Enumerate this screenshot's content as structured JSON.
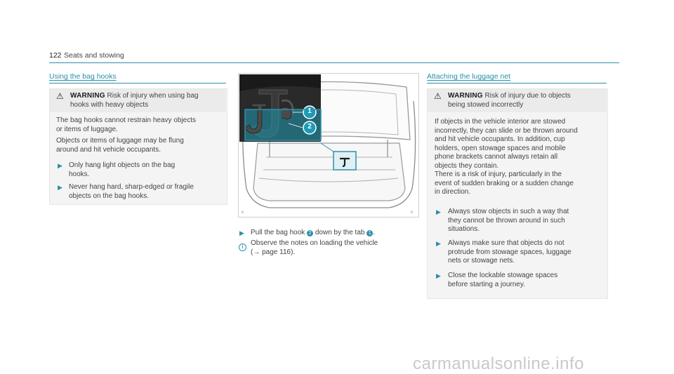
{
  "header": {
    "page_number": "122",
    "section_title": "Seats and stowing"
  },
  "left_column": {
    "title": "Using the bag hooks",
    "warning": {
      "label": "WARNING",
      "line1": "Risk of injury when using bag",
      "line2": "hooks with heavy objects"
    },
    "paragraphs": [
      [
        "The bag hooks cannot restrain heavy objects",
        "or items of luggage."
      ],
      [
        "Objects or items of luggage may be flung",
        "around and hit vehicle occupants."
      ]
    ],
    "steps": [
      [
        "Only hang light objects on the bag",
        "hooks."
      ],
      [
        "Never hang hard, sharp-edged or fragile",
        "objects on the bag hooks."
      ]
    ]
  },
  "figure": {
    "callout_1": "1",
    "callout_2": "2",
    "step_text": "Pull the bag hook",
    "step_mid": "down by the tab",
    "step_end": ".",
    "note_line1": "Observe the notes on loading the vehicle",
    "note_line2": "(→ page 116)."
  },
  "right_column": {
    "title": "Attaching the luggage net",
    "warning": {
      "label": "WARNING",
      "line1": "Risk of injury due to objects",
      "line2": "being stowed incorrectly"
    },
    "paragraphs": [
      [
        "If objects in the vehicle interior are stowed",
        "incorrectly, they can slide or be thrown around",
        "and hit vehicle occupants. In addition, cup",
        "holders, open stowage spaces and mobile",
        "phone brackets cannot always retain all",
        "objects they contain."
      ],
      [
        "There is a risk of injury, particularly in the",
        "event of sudden braking or a sudden change",
        "in direction."
      ]
    ],
    "steps": [
      [
        "Always stow objects in such a way that",
        "they cannot be thrown around in such",
        "situations."
      ],
      [
        "Always make sure that objects do not",
        "protrude from stowage spaces, luggage",
        "nets or stowage nets."
      ],
      [
        "Close the lockable stowage spaces",
        "before starting a journey."
      ]
    ]
  },
  "watermark": "carmanualsonline.info",
  "colors": {
    "accent": "#2e8fa8",
    "box_bg": "#f4f4f4",
    "warn_bg": "#ebebeb"
  }
}
